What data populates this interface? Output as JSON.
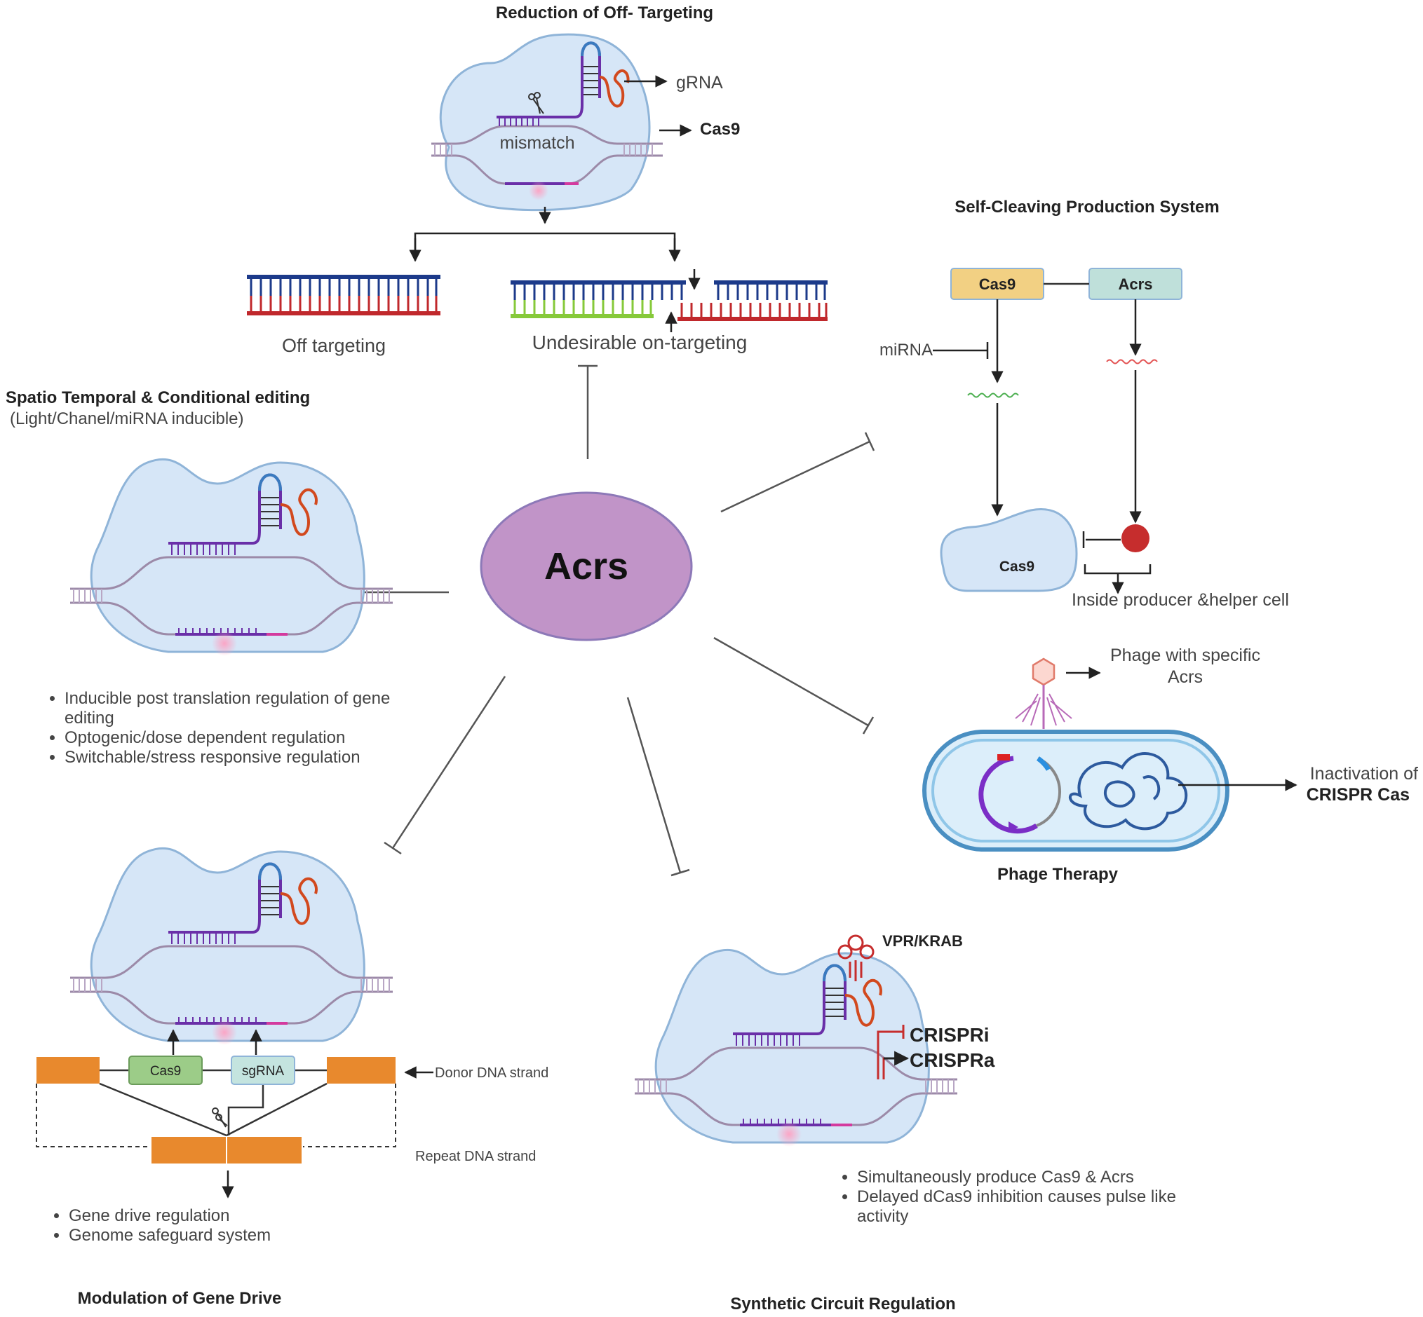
{
  "sections": {
    "off_target": {
      "title": "Reduction of Off- Targeting",
      "grna": "gRNA",
      "cas9": "Cas9",
      "mismatch": "mismatch",
      "off_targeting": "Off targeting",
      "undesirable": "Undesirable on-targeting"
    },
    "self_cleaving": {
      "title": "Self-Cleaving Production System",
      "cas9_box": "Cas9",
      "acrs_box": "Acrs",
      "mirna": "miRNA",
      "cas9_blob": "Cas9",
      "inside": "Inside producer &helper cell"
    },
    "spatio": {
      "title": "Spatio Temporal & Conditional editing",
      "subtitle": "(Light/Chanel/miRNA inducible)",
      "bullets": [
        "Inducible post translation regulation of gene editing",
        "Optogenic/dose dependent regulation",
        "Switchable/stress responsive regulation"
      ]
    },
    "center": {
      "label": "Acrs"
    },
    "phage": {
      "title": "Phage Therapy",
      "phage_label_1": "Phage with specific",
      "phage_label_2": "Acrs",
      "inact_1": "Inactivation of",
      "inact_2": "CRISPR Cas"
    },
    "gene_drive": {
      "title": "Modulation of Gene Drive",
      "cas9": "Cas9",
      "sgrna": "sgRNA",
      "donor": "Donor DNA strand",
      "repeat": "Repeat DNA strand",
      "bullets": [
        "Gene drive regulation",
        "Genome safeguard system"
      ]
    },
    "synthetic": {
      "title": "Synthetic Circuit Regulation",
      "vpr": "VPR/KRAB",
      "crispri": "CRISPRi",
      "crispra": "CRISPRa",
      "bullets": [
        "Simultaneously produce Cas9 & Acrs",
        "Delayed dCas9 inhibition causes pulse like activity"
      ]
    }
  },
  "colors": {
    "cell_fill": "#d6e6f7",
    "cell_stroke": "#8fb4d8",
    "acrs_fill": "#c194c8",
    "acrs_stroke": "#8d79b8",
    "cas9_box": "#f2d083",
    "acrs_box": "#bfe0da",
    "cas9_green": "#9ccc88",
    "sgrna_box": "#c4e4df",
    "orange": "#e8892d",
    "dna_blue": "#1c3a8a",
    "dna_red": "#c0282c",
    "dna_green": "#86c93a"
  }
}
